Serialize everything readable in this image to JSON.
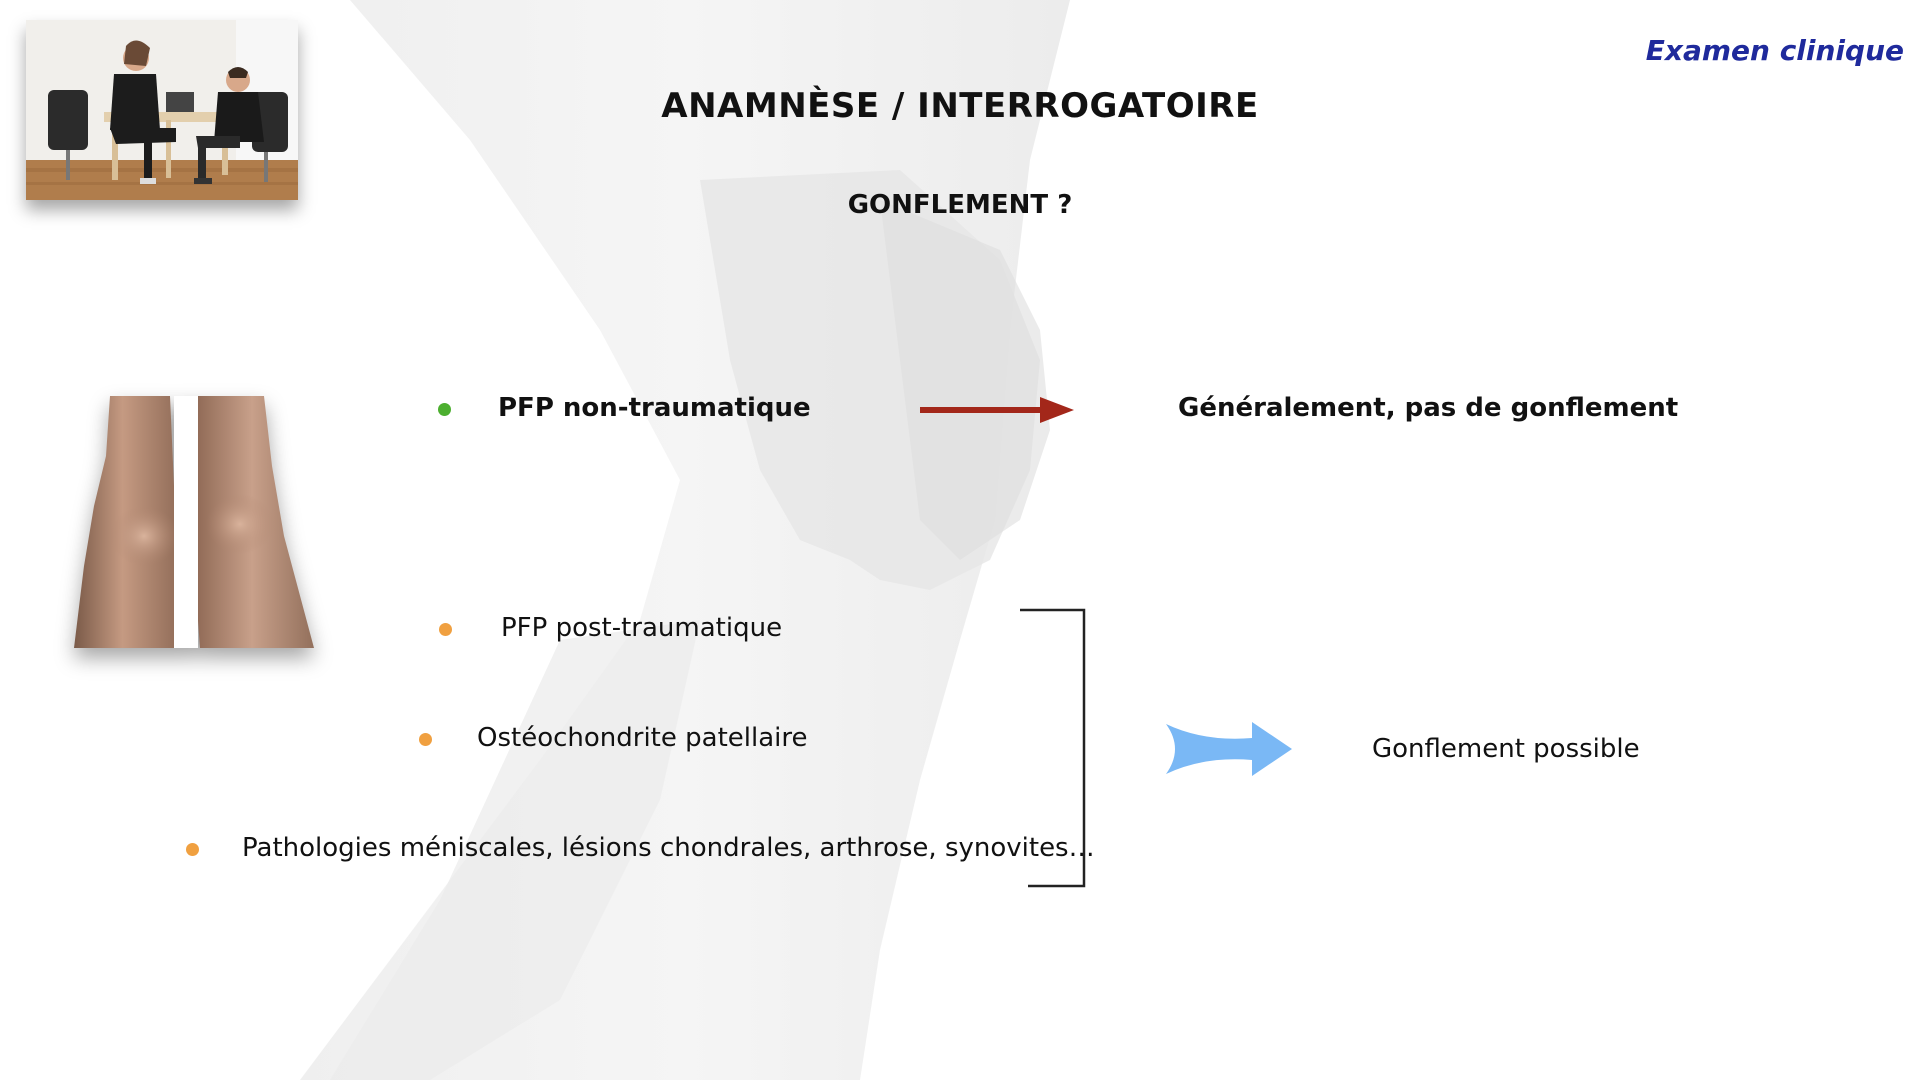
{
  "header": {
    "corner_label": "Examen clinique",
    "title": "ANAMNÈSE / INTERROGATOIRE",
    "subtitle": "GONFLEMENT ?"
  },
  "items": [
    {
      "label": "PFP non-traumatique",
      "bullet_color": "#4caf2f",
      "emphasis": true
    },
    {
      "label": "PFP post-traumatique",
      "bullet_color": "#f0a040",
      "emphasis": false
    },
    {
      "label": "Ostéochondrite patellaire",
      "bullet_color": "#f0a040",
      "emphasis": false
    },
    {
      "label": "Pathologies méniscales, lésions chondrales, arthrose, synovites…",
      "bullet_color": "#f0a040",
      "emphasis": false
    }
  ],
  "outcomes": {
    "no_swelling": "Généralement, pas de gonflement",
    "possible_swelling": "Gonflement possible"
  },
  "colors": {
    "corner_label": "#1f2a9c",
    "red_arrow": "#a3271a",
    "blue_arrow": "#7ab8f5",
    "bracket": "#222222"
  }
}
